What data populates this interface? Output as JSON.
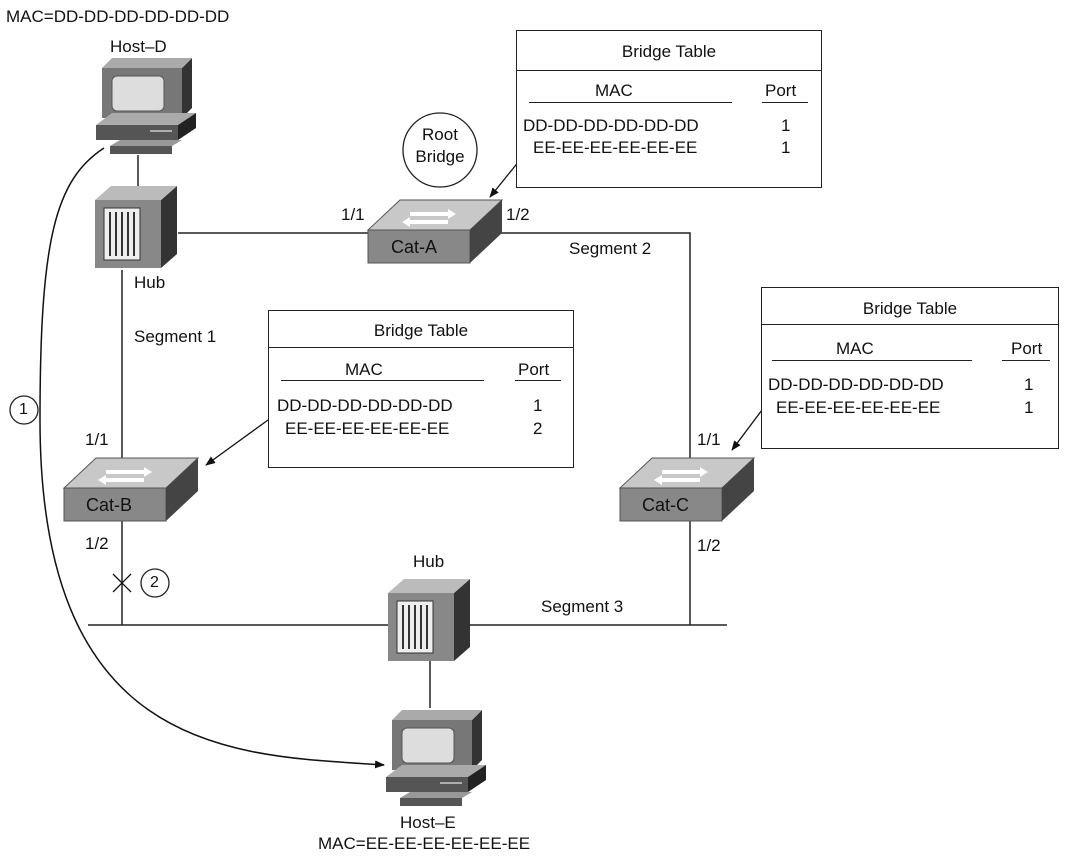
{
  "host_d": {
    "mac": "MAC=DD-DD-DD-DD-DD-DD",
    "name": "Host–D"
  },
  "host_e": {
    "mac": "MAC=EE-EE-EE-EE-EE-EE",
    "name": "Host–E"
  },
  "hub_top": {
    "label": "Hub"
  },
  "hub_bottom": {
    "label": "Hub"
  },
  "cat_a": {
    "label": "Cat-A",
    "port_left": "1/1",
    "port_right": "1/2"
  },
  "cat_b": {
    "label": "Cat-B",
    "port_top": "1/1",
    "port_bottom": "1/2"
  },
  "cat_c": {
    "label": "Cat-C",
    "port_top": "1/1",
    "port_bottom": "1/2"
  },
  "root_bridge": {
    "line1": "Root",
    "line2": "Bridge"
  },
  "segments": {
    "s1": "Segment 1",
    "s2": "Segment 2",
    "s3": "Segment 3"
  },
  "markers": {
    "m1": "1",
    "m2": "2"
  },
  "bridge_table_a": {
    "title": "Bridge Table",
    "col_mac": "MAC",
    "col_port": "Port",
    "rows": [
      {
        "mac": "DD-DD-DD-DD-DD-DD",
        "port": "1"
      },
      {
        "mac": "EE-EE-EE-EE-EE-EE",
        "port": "1"
      }
    ]
  },
  "bridge_table_b": {
    "title": "Bridge Table",
    "col_mac": "MAC",
    "col_port": "Port",
    "rows": [
      {
        "mac": "DD-DD-DD-DD-DD-DD",
        "port": "1"
      },
      {
        "mac": "EE-EE-EE-EE-EE-EE",
        "port": "2"
      }
    ]
  },
  "bridge_table_c": {
    "title": "Bridge Table",
    "col_mac": "MAC",
    "col_port": "Port",
    "rows": [
      {
        "mac": "DD-DD-DD-DD-DD-DD",
        "port": "1"
      },
      {
        "mac": "EE-EE-EE-EE-EE-EE",
        "port": "1"
      }
    ]
  }
}
